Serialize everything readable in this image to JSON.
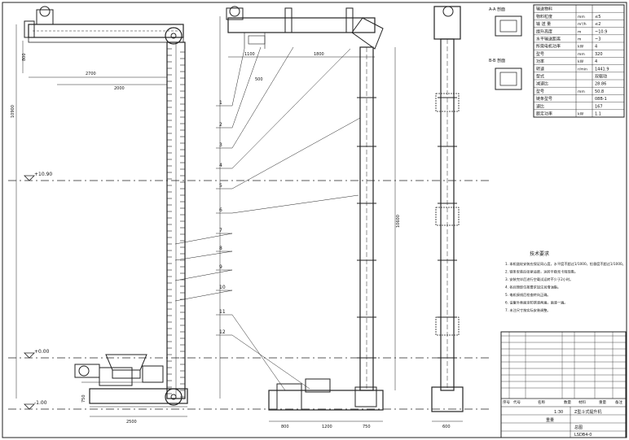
{
  "elevations": {
    "top": "+10.90",
    "ground": "+0.00",
    "pit": "-1.00"
  },
  "dims": {
    "left_top_width": "2700",
    "left_top_inner": "2000",
    "left_top_small": "800",
    "left_height": "10900",
    "left_bottom_width": "2500",
    "left_bottom_short": "750",
    "mid_top_a": "1100",
    "mid_top_b": "1800",
    "mid_top_c": "500",
    "mid_height": "10600",
    "mid_bottom_a": "800",
    "mid_bottom_b": "1200",
    "mid_bottom_c": "750",
    "right_bottom": "600"
  },
  "callouts": [
    "1",
    "2",
    "3",
    "4",
    "5",
    "6",
    "7",
    "8",
    "9",
    "10",
    "11",
    "12"
  ],
  "views": {
    "section_a": "A-A 剖面",
    "section_b": "B-B 剖面"
  },
  "spec_table": {
    "rows": [
      {
        "name": "输送物料",
        "unit": "",
        "value": ""
      },
      {
        "name": "物料粒度",
        "unit": "mm",
        "value": "≤5"
      },
      {
        "name": "输 送 量",
        "unit": "m³/h",
        "value": "≤2"
      },
      {
        "name": "提升高度",
        "unit": "m",
        "value": "~10.9"
      },
      {
        "name": "水平输送距离",
        "unit": "m",
        "value": "~3"
      },
      {
        "name": "所需电机功率",
        "unit": "kW",
        "value": "4"
      },
      {
        "name": "型号",
        "unit": "mm",
        "value": "320"
      },
      {
        "name": "功率",
        "unit": "kW",
        "value": "4"
      },
      {
        "name": "转速",
        "unit": "r/min",
        "value": "1441.9"
      },
      {
        "name": "型式",
        "unit": "",
        "value": "双驱动"
      },
      {
        "name": "减速比",
        "unit": "",
        "value": "28.86"
      },
      {
        "name": "型号",
        "unit": "mm",
        "value": "50.8"
      },
      {
        "name": "链条型号",
        "unit": "",
        "value": "08B-1"
      },
      {
        "name": "速比",
        "unit": "",
        "value": "167"
      },
      {
        "name": "额定功率",
        "unit": "kW",
        "value": "1.1"
      }
    ]
  },
  "notes": {
    "title": "技术要求",
    "items": [
      "1. 本机链轮安装应保证同心度，水平度不超过1/1000，铅垂度不超过1/1000。",
      "2. 链条安装后张紧适度，运转平稳无卡阻现象。",
      "3. 安装完毕后进行空载试运转不少于2小时。",
      "4. 各润滑部位按要求加注润滑油脂。",
      "5. 电机接线后检查转向正确。",
      "6. 设备外表面涂防锈漆两遍，面漆一遍。",
      "7. 未注尺寸按实际安装调整。"
    ]
  },
  "title_block": {
    "drawing_name": "Z型斗式提升机",
    "scale": "1:30",
    "drawing_no": "LSDB4-0",
    "sheet": "总图",
    "weight_label": "重量",
    "header": [
      "序号",
      "代号",
      "名称",
      "数量",
      "材料",
      "重量",
      "备注"
    ]
  }
}
